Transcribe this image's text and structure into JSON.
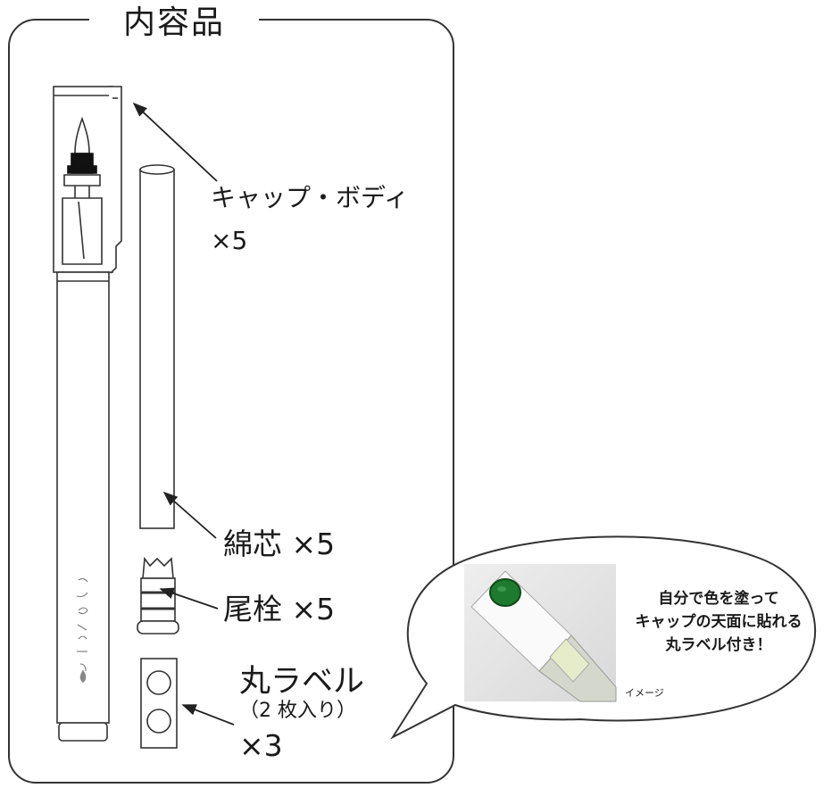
{
  "title": "内容品",
  "items": {
    "cap_body": {
      "name": "キャップ・ボディ",
      "count": "×5"
    },
    "wick": {
      "label": "綿芯 ×5"
    },
    "plug": {
      "label": "尾栓 ×5"
    },
    "round_label": {
      "name": "丸ラベル",
      "note": "（2 枚入り）",
      "count": "×3"
    }
  },
  "callout": {
    "lines": [
      "自分で色を塗って",
      "キャップの天面に貼れる",
      "丸ラベル付き！"
    ],
    "image_note": "イメージ",
    "label_color": "#1e7a2e"
  },
  "pen_body_text": "からっぽペン"
}
